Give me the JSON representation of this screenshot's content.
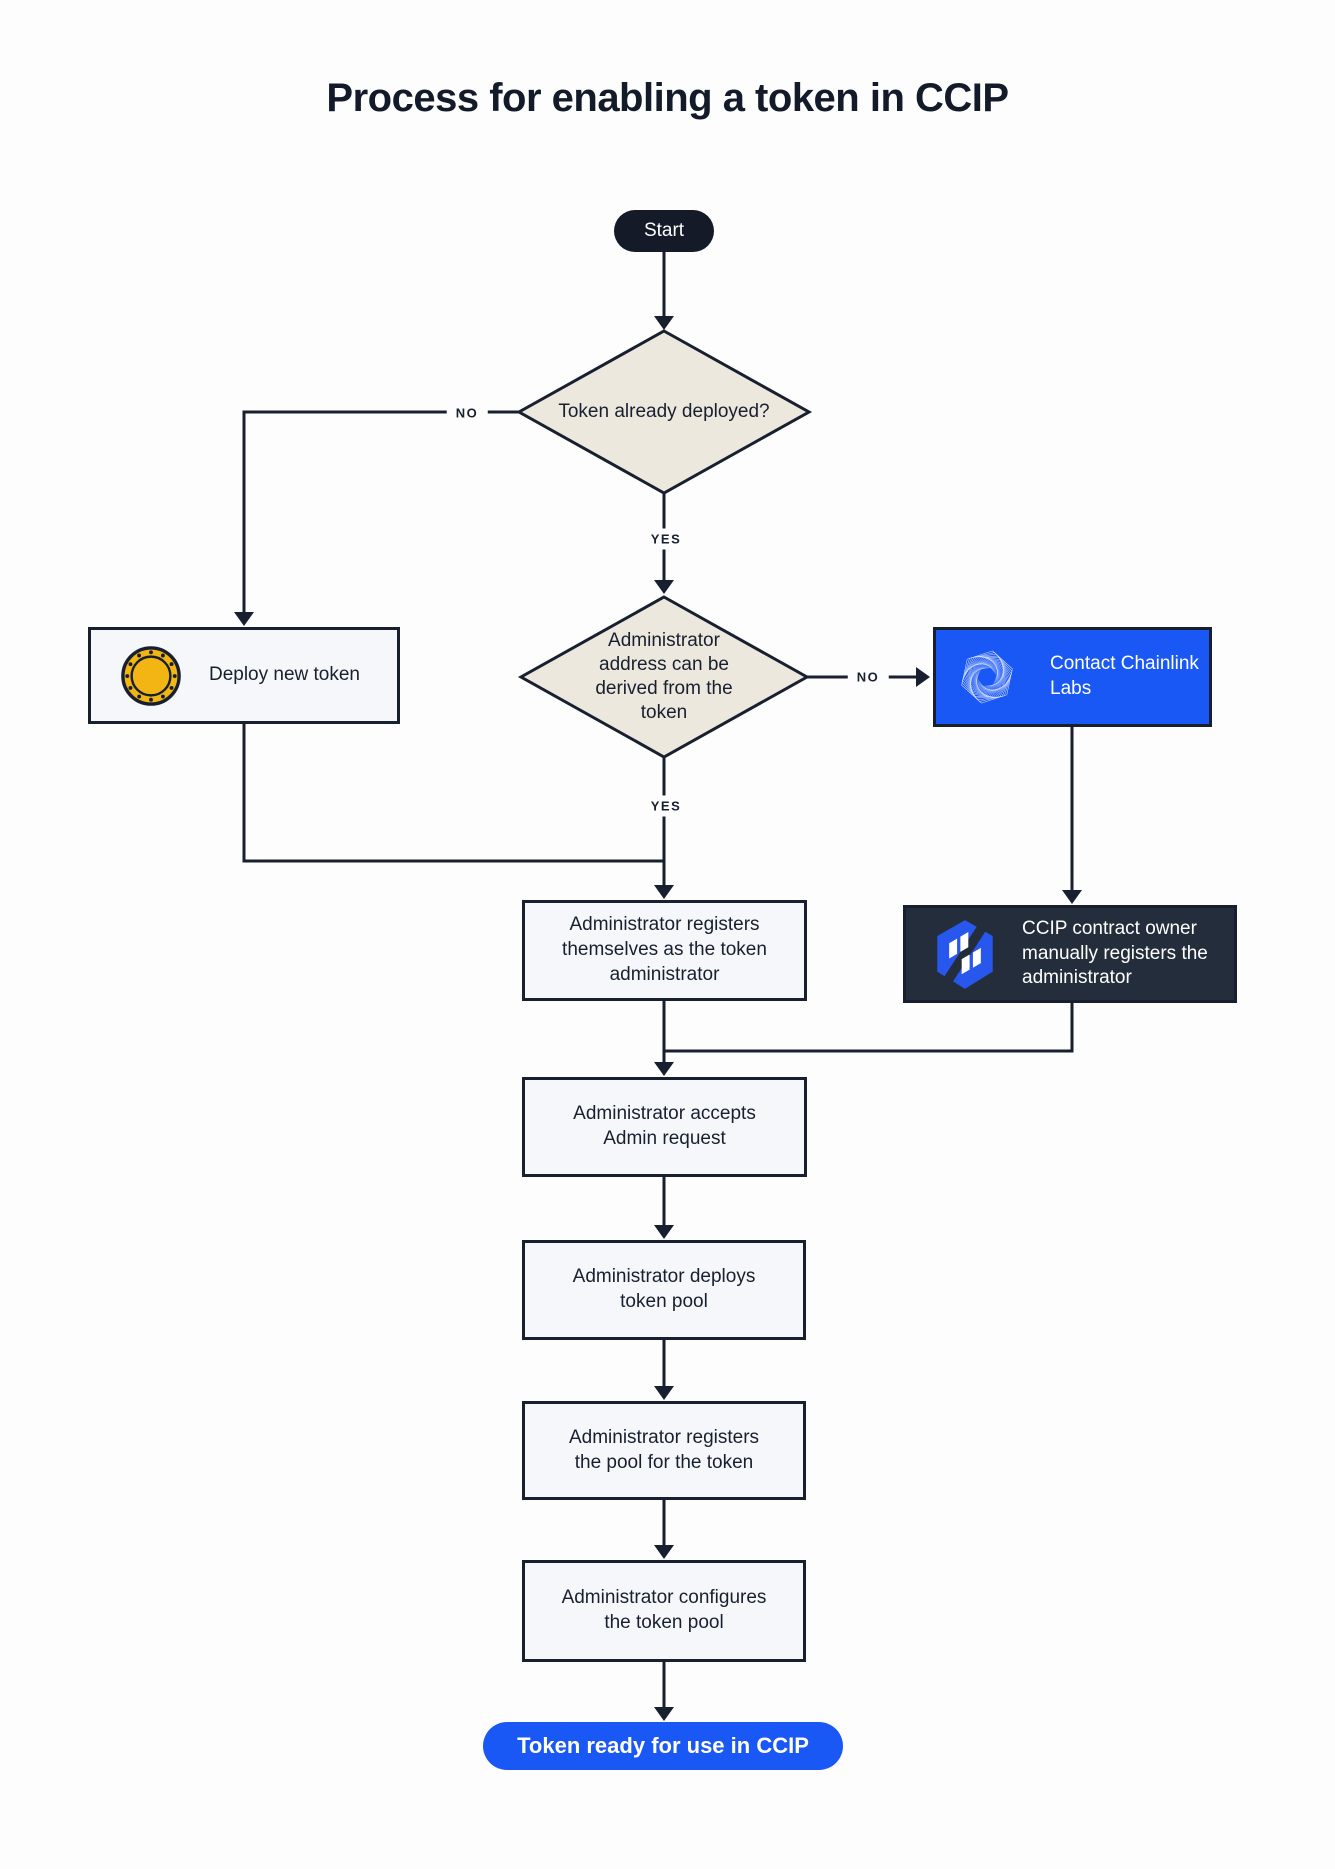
{
  "title": "Process for enabling a token in CCIP",
  "flowchart": {
    "start": "Start",
    "decision_token_deployed": "Token already deployed?",
    "deploy_new_token": "Deploy new token",
    "decision_admin_address": "Administrator address can be derived from the token",
    "contact_chainlink": "Contact Chainlink Labs",
    "admin_registers_self": "Administrator registers themselves as the token administrator",
    "ccip_owner_registers": "CCIP contract owner manually registers the administrator",
    "admin_accepts": "Administrator accepts Admin request",
    "admin_deploys_pool": "Administrator deploys token pool",
    "admin_registers_pool": "Administrator registers the pool for the token",
    "admin_configures_pool": "Administrator configures the token pool",
    "token_ready": "Token ready for use in CCIP",
    "branch_labels": {
      "token_deployed_no": "NO",
      "token_deployed_yes": "YES",
      "admin_address_no": "NO",
      "admin_address_yes": "YES"
    },
    "icons": {
      "coin": "coin-icon",
      "chainlink_labs": "chainlink-labs-logo-icon",
      "ccip": "ccip-logo-icon"
    },
    "colors": {
      "dark_navy": "#182030",
      "diamond_fill": "#EDE8DE",
      "process_fill": "#F5F7FB",
      "accent_blue": "#1A58F5",
      "dark_panel": "#242D3C",
      "coin_gold": "#F3B513",
      "text_light": "#FFFFFF"
    }
  }
}
